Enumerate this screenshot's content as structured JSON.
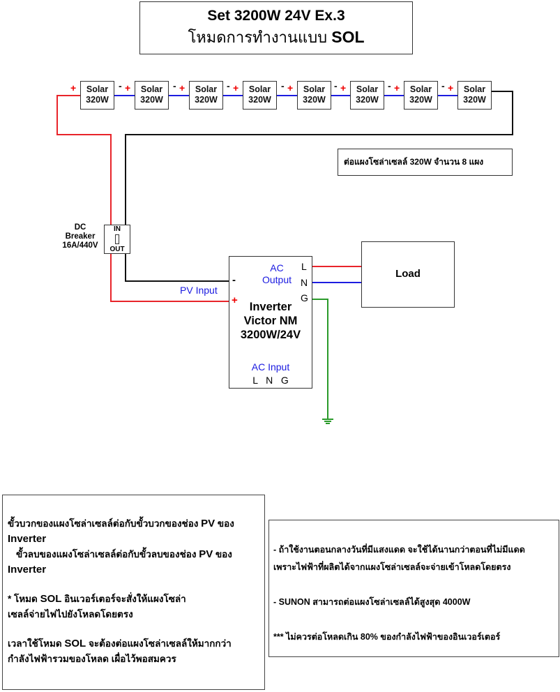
{
  "title": {
    "line1": "Set 3200W 24V Ex.3",
    "line2_prefix": "โหมดการทำงานแบบ ",
    "line2_mode": "SOL"
  },
  "solar_panels": [
    {
      "label": "Solar",
      "rating": "320W"
    },
    {
      "label": "Solar",
      "rating": "320W"
    },
    {
      "label": "Solar",
      "rating": "320W"
    },
    {
      "label": "Solar",
      "rating": "320W"
    },
    {
      "label": "Solar",
      "rating": "320W"
    },
    {
      "label": "Solar",
      "rating": "320W"
    },
    {
      "label": "Solar",
      "rating": "320W"
    },
    {
      "label": "Solar",
      "rating": "320W"
    }
  ],
  "polarity": {
    "plus": "+",
    "minus": "-"
  },
  "panel_note": "ต่อแผงโซล่าเซลล์ 320W  จำนวน 8 แผง",
  "breaker": {
    "label_line1": "DC",
    "label_line2": "Breaker",
    "label_line3": "16A/440V",
    "in": "IN",
    "out": "OUT"
  },
  "inverter": {
    "name_line1": "Inverter",
    "name_line2": "Victor NM",
    "name_line3": "3200W/24V",
    "pv_input_label": "PV Input",
    "pv_minus": "-",
    "pv_plus": "+",
    "ac_output_line1": "AC",
    "ac_output_line2": "Output",
    "out_L": "L",
    "out_N": "N",
    "out_G": "G",
    "ac_input_label": "AC Input",
    "in_terminals": "L   N   G"
  },
  "load": {
    "label": "Load"
  },
  "wire_colors": {
    "positive": "#e8242a",
    "negative": "#111111",
    "series": "#1c1ce0",
    "line": "#e8242a",
    "neutral": "#1c1ce0",
    "ground": "#2a9a2a"
  },
  "left_notes": {
    "p1": "ขั้วบวกของแผงโซล่าเซลล์ต่อกับขั้วบวกของช่อง ",
    "p1_pv": "PV",
    "p1_tail": " ของ",
    "p1_line2": "Inverter",
    "p2": "ขั้วลบของแผงโซล่าเซลล์ต่อกับขั้วลบของช่อง ",
    "p2_pv": "PV",
    "p2_tail": " ของ",
    "p2_line2": "Inverter",
    "p3_a": "* โหมด ",
    "p3_sol": "SOL",
    "p3_b": " อินเวอร์เตอร์จะสั่งให้แผงโซล่า",
    "p3_line2": "เซลล์จ่ายไฟไปยังโหลดโดยตรง",
    "p4_a": "เวลาใช้โหมด ",
    "p4_sol": "SOL",
    "p4_b": " จะต้องต่อแผงโซล่าเซลล์ให้มากกว่า",
    "p4_line2": "กำลังไฟฟ้ารวมของโหลด เผื่อไว้พอสมควร"
  },
  "right_notes": {
    "n1_line1": "- ถ้าใช้งานตอนกลางวันที่มีแสงแดด จะใช้ได้นานกว่าตอนที่ไม่มีแดด",
    "n1_line2": "เพราะไฟฟ้าที่ผลิตได้จากแผงโซล่าเซลล์จะจ่ายเข้าโหลดโดยตรง",
    "n2": "- SUNON สามารถต่อแผงโซล่าเซลล์ได้สูงสุด 4000W",
    "n3": "*** ไม่ควรต่อโหลดเกิน 80% ของกำลังไฟฟ้าของอินเวอร์เตอร์"
  }
}
